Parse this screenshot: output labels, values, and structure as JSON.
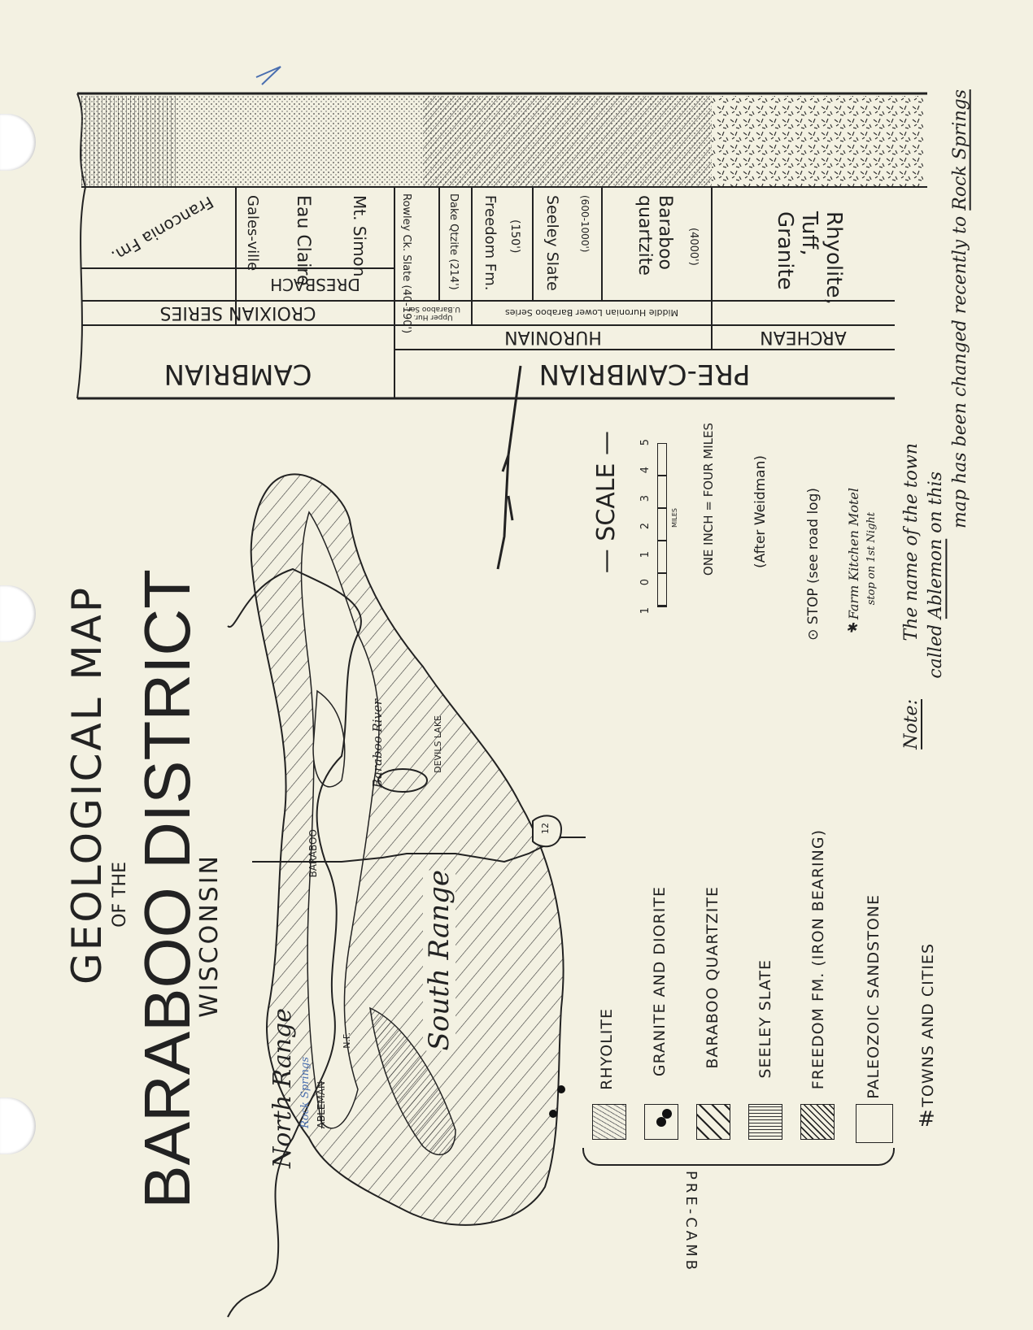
{
  "title": {
    "line1": "GEOLOGICAL MAP",
    "line2": "OF THE",
    "line3": "BARABOO DISTRICT",
    "line4": "WISCONSIN"
  },
  "map_labels": {
    "north_range": "North Range",
    "south_range": "South Range",
    "baraboo": "BARABOO",
    "baraboo_river": "Baraboo River",
    "devils_lake": "DEVILS LAKE",
    "rock_springs": "Rock Springs",
    "ableman": "ABLEMAN",
    "nf": "N.F.",
    "highway": "12"
  },
  "legend": {
    "bracket_label": "PRE-CAMB",
    "items": [
      {
        "label": "RHYOLITE",
        "pattern": "rhyolite"
      },
      {
        "label": "GRANITE AND DIORITE",
        "pattern": "dot"
      },
      {
        "label": "BARABOO QUARTZITE",
        "pattern": "wide-hatch"
      },
      {
        "label": "SEELEY SLATE",
        "pattern": "vertical-lines"
      },
      {
        "label": "FREEDOM FM. (IRON BEARING)",
        "pattern": "dense-hatch"
      },
      {
        "label": "PALEOZOIC SANDSTONE",
        "pattern": "blank"
      },
      {
        "label": "TOWNS AND CITIES",
        "pattern": "#"
      }
    ]
  },
  "scale": {
    "title": "— SCALE —",
    "ticks": [
      "1",
      "0",
      "1",
      "2",
      "3",
      "4",
      "5"
    ],
    "unit": "MILES",
    "note": "ONE INCH = FOUR MILES"
  },
  "notes": {
    "after": "(After Weidman)",
    "stop": "STOP (see road log)",
    "farm": "Farm Kitchen Motel",
    "farm_sub": "stop on 1st Night",
    "note_label": "Note:",
    "note_l1": "The name of the town",
    "note_l2a": "called ",
    "note_l2b": "Ablemon",
    "note_l2c": " on this",
    "note_l3a": "map has been changed recently to ",
    "note_l3b": "Rock Springs"
  },
  "column": {
    "eras": [
      "CAMBRIAN",
      "PRE-CAMBRIAN"
    ],
    "periods": [
      "HURONIAN",
      "ARCHEAN"
    ],
    "series": [
      "CROIXIAN SERIES",
      "Upper Hur. U.Baraboo Ser.",
      "Middle Huronian Lower Baraboo Series"
    ],
    "stage": "DRESBACH",
    "formations": [
      {
        "name": "Franconia Fm."
      },
      {
        "name": "Gales-ville"
      },
      {
        "name": "Eau Claire"
      },
      {
        "name": "Mt. Simon"
      },
      {
        "name": "Rowley Ck. Slate",
        "thickness": "(40-190')"
      },
      {
        "name": "Dake Qtzite",
        "thickness": "(214')"
      },
      {
        "name": "Freedom Fm.",
        "thickness": "(150')"
      },
      {
        "name": "Seeley Slate",
        "thickness": "(600-1000')"
      },
      {
        "name": "Baraboo quartzite",
        "thickness": "(4000')"
      },
      {
        "name": "Rhyolite, Tuff, Granite"
      }
    ]
  },
  "colors": {
    "paper": "#f3f1e2",
    "ink": "#222222",
    "pencil_blue": "#4a6fb0"
  }
}
